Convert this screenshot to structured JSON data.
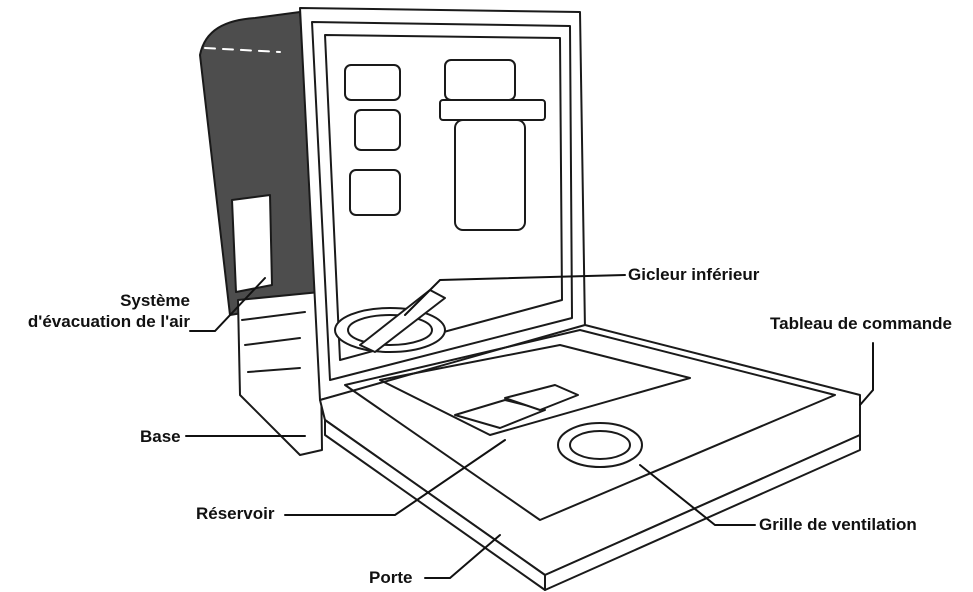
{
  "labels": {
    "systeme_line1": "Système",
    "systeme_line2": "d'évacuation de l'air",
    "gicleur": "Gicleur inférieur",
    "tableau": "Tableau de commande",
    "base": "Base",
    "reservoir": "Réservoir",
    "grille": "Grille de ventilation",
    "porte": "Porte"
  },
  "colors": {
    "outline": "#1a1a1a",
    "side_panel": "#4d4d4d",
    "background": "#ffffff"
  }
}
